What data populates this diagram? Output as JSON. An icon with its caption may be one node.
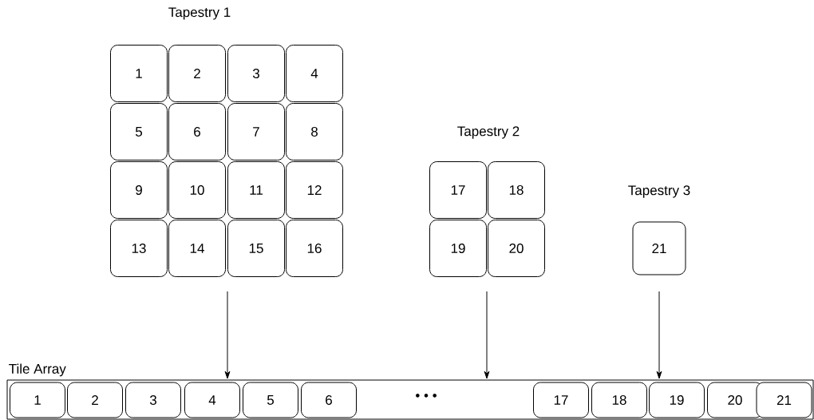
{
  "diagram": {
    "nodes": [
      {
        "text": [
          "1"
        ]
      },
      {
        "text": [
          "2"
        ]
      },
      {
        "text": [
          "3"
        ]
      },
      {
        "text": [
          "4"
        ]
      },
      {
        "text": [
          "5"
        ]
      },
      {
        "text": [
          "6"
        ]
      },
      {
        "text": [
          "7"
        ]
      },
      {
        "text": [
          "8"
        ]
      },
      {
        "text": [
          "9"
        ]
      },
      {
        "text": [
          "10"
        ]
      },
      {
        "text": [
          "11"
        ]
      },
      {
        "text": [
          "12"
        ]
      },
      {
        "text": [
          "13"
        ]
      },
      {
        "text": [
          "14"
        ]
      },
      {
        "text": [
          "15"
        ]
      },
      {
        "text": [
          "16"
        ]
      },
      {
        "text": [
          "17"
        ]
      },
      {
        "text": [
          "18"
        ]
      },
      {
        "text": [
          "19"
        ]
      },
      {
        "text": [
          "20"
        ]
      },
      {
        "text": [
          "21"
        ]
      },
      {
        "text": [
          "Tile Array"
        ]
      },
      {
        "text": [
          "1"
        ],
        "in": 21
      },
      {
        "text": [
          "2"
        ],
        "in": 21
      },
      {
        "text": [
          "3"
        ],
        "in": 21
      },
      {
        "text": [
          "4"
        ],
        "in": 21
      },
      {
        "text": [
          "5"
        ],
        "in": 21
      },
      {
        "text": [
          "6"
        ],
        "in": 21
      },
      {
        "text": [
          "17"
        ],
        "in": 21
      },
      {
        "text": [
          "18"
        ],
        "in": 21
      },
      {
        "text": [
          "19"
        ],
        "in": 21
      },
      {
        "text": [
          "20"
        ],
        "in": 21
      },
      {
        "text": [
          "21"
        ],
        "in": 21
      }
    ],
    "edges": [
      {
        "from": null,
        "to": 21,
        "arrow": "to"
      },
      {
        "from": null,
        "to": 21,
        "arrow": "to"
      },
      {
        "from": null,
        "to": 21,
        "arrow": "to"
      }
    ],
    "labels": [
      "Tapestry 1",
      "Tapestry 2",
      "Tapestry 3",
      "• • •"
    ]
  }
}
